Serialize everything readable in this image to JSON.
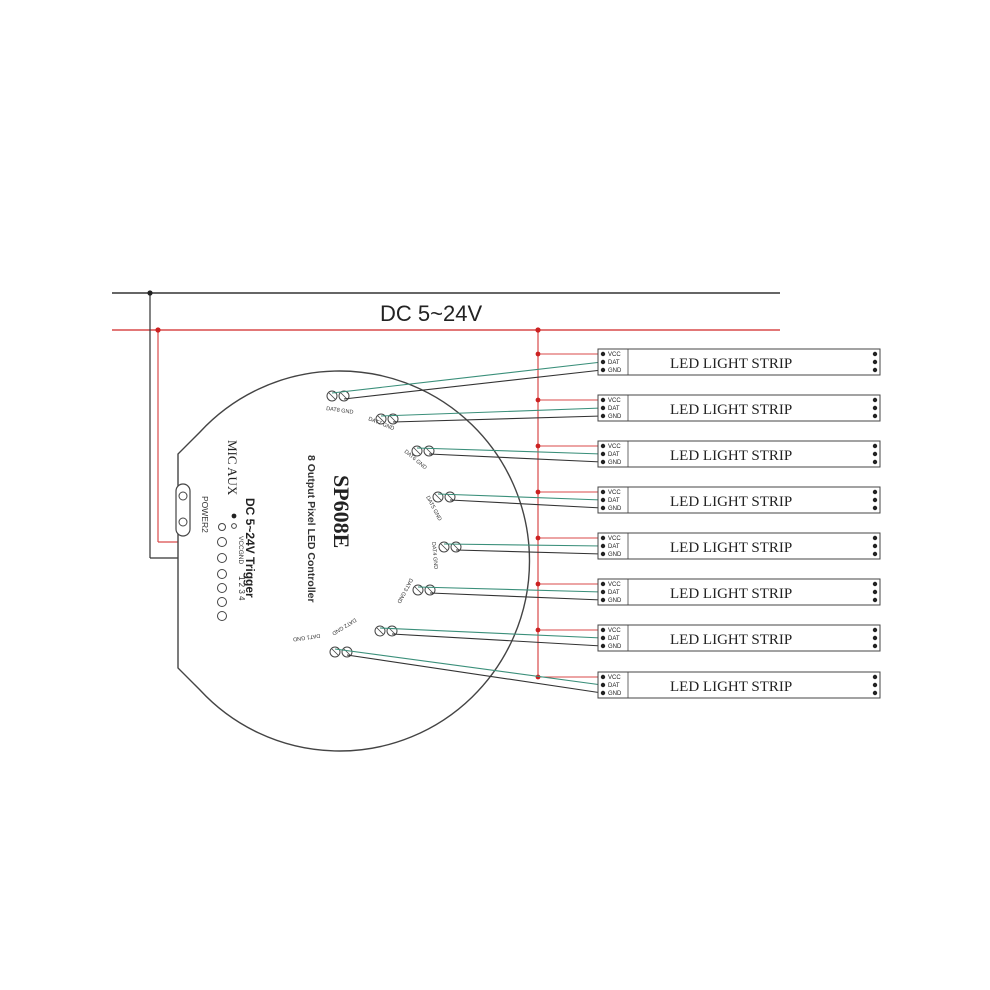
{
  "power": {
    "label": "DC 5~24V"
  },
  "controller": {
    "model": "SP608E",
    "subtitle": "8 Output Pixel LED Controller",
    "trigger_label": "DC 5~24V Trigger",
    "mic_aux_label": "MIC AUX",
    "power_label": "POWER2",
    "vcc_gnd_label": "VCCGND",
    "trigger_numbers": "1  2  3  4",
    "outputs": [
      {
        "label": "DAT8 GND"
      },
      {
        "label": "DAT7 GND"
      },
      {
        "label": "DAT6 GND"
      },
      {
        "label": "DAT5 GND"
      },
      {
        "label": "DAT4 GND"
      },
      {
        "label": "DAT3 GND"
      },
      {
        "label": "DAT2 GND"
      },
      {
        "label": "DAT1 GND"
      }
    ]
  },
  "strips": [
    {
      "label": "LED  LIGHT STRIP",
      "pins": [
        "VCC",
        "DAT",
        "GND"
      ]
    },
    {
      "label": "LED  LIGHT STRIP",
      "pins": [
        "VCC",
        "DAT",
        "GND"
      ]
    },
    {
      "label": "LED  LIGHT STRIP",
      "pins": [
        "VCC",
        "DAT",
        "GND"
      ]
    },
    {
      "label": "LED  LIGHT STRIP",
      "pins": [
        "VCC",
        "DAT",
        "GND"
      ]
    },
    {
      "label": "LED  LIGHT STRIP",
      "pins": [
        "VCC",
        "DAT",
        "GND"
      ]
    },
    {
      "label": "LED  LIGHT STRIP",
      "pins": [
        "VCC",
        "DAT",
        "GND"
      ]
    },
    {
      "label": "LED  LIGHT STRIP",
      "pins": [
        "VCC",
        "DAT",
        "GND"
      ]
    },
    {
      "label": "LED  LIGHT STRIP",
      "pins": [
        "VCC",
        "DAT",
        "GND"
      ]
    }
  ],
  "colors": {
    "positive_wire": "#d94a4a",
    "negative_wire": "#333333",
    "data_wire": "#3a8f7a",
    "outline": "#444444"
  }
}
